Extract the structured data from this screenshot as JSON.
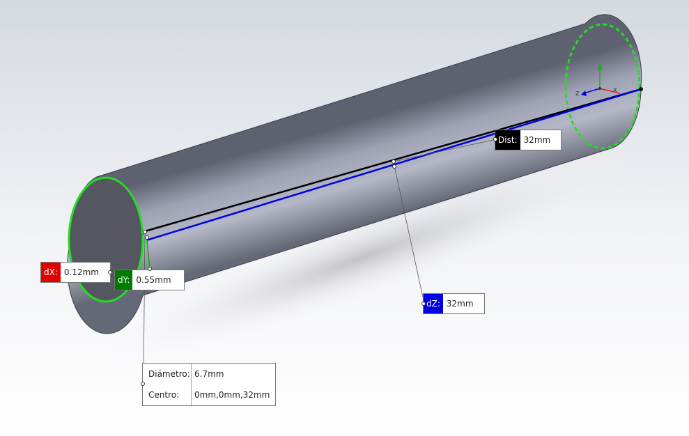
{
  "callouts": {
    "dx": {
      "label": "dX:",
      "value": "0.12mm",
      "color": "#e00000"
    },
    "dy": {
      "label": "dY:",
      "value": "0.55mm",
      "color": "#007a00"
    },
    "dz": {
      "label": "dZ:",
      "value": "32mm",
      "color": "#0000e0"
    },
    "dist": {
      "label": "Dist:",
      "value": "32mm",
      "color": "#000000"
    }
  },
  "properties": {
    "diameter_label": "Diámetro:",
    "diameter_value": "6.7mm",
    "center_label": "Centro:",
    "center_value": "0mm,0mm,32mm"
  },
  "triad": {
    "x": "X",
    "y": "Y",
    "z": "Z"
  },
  "colors": {
    "selection_edge": "#22dd22",
    "measure_line": "#0000dd",
    "cylinder_body": "#9a9eb0",
    "cylinder_face": "#54575f"
  }
}
